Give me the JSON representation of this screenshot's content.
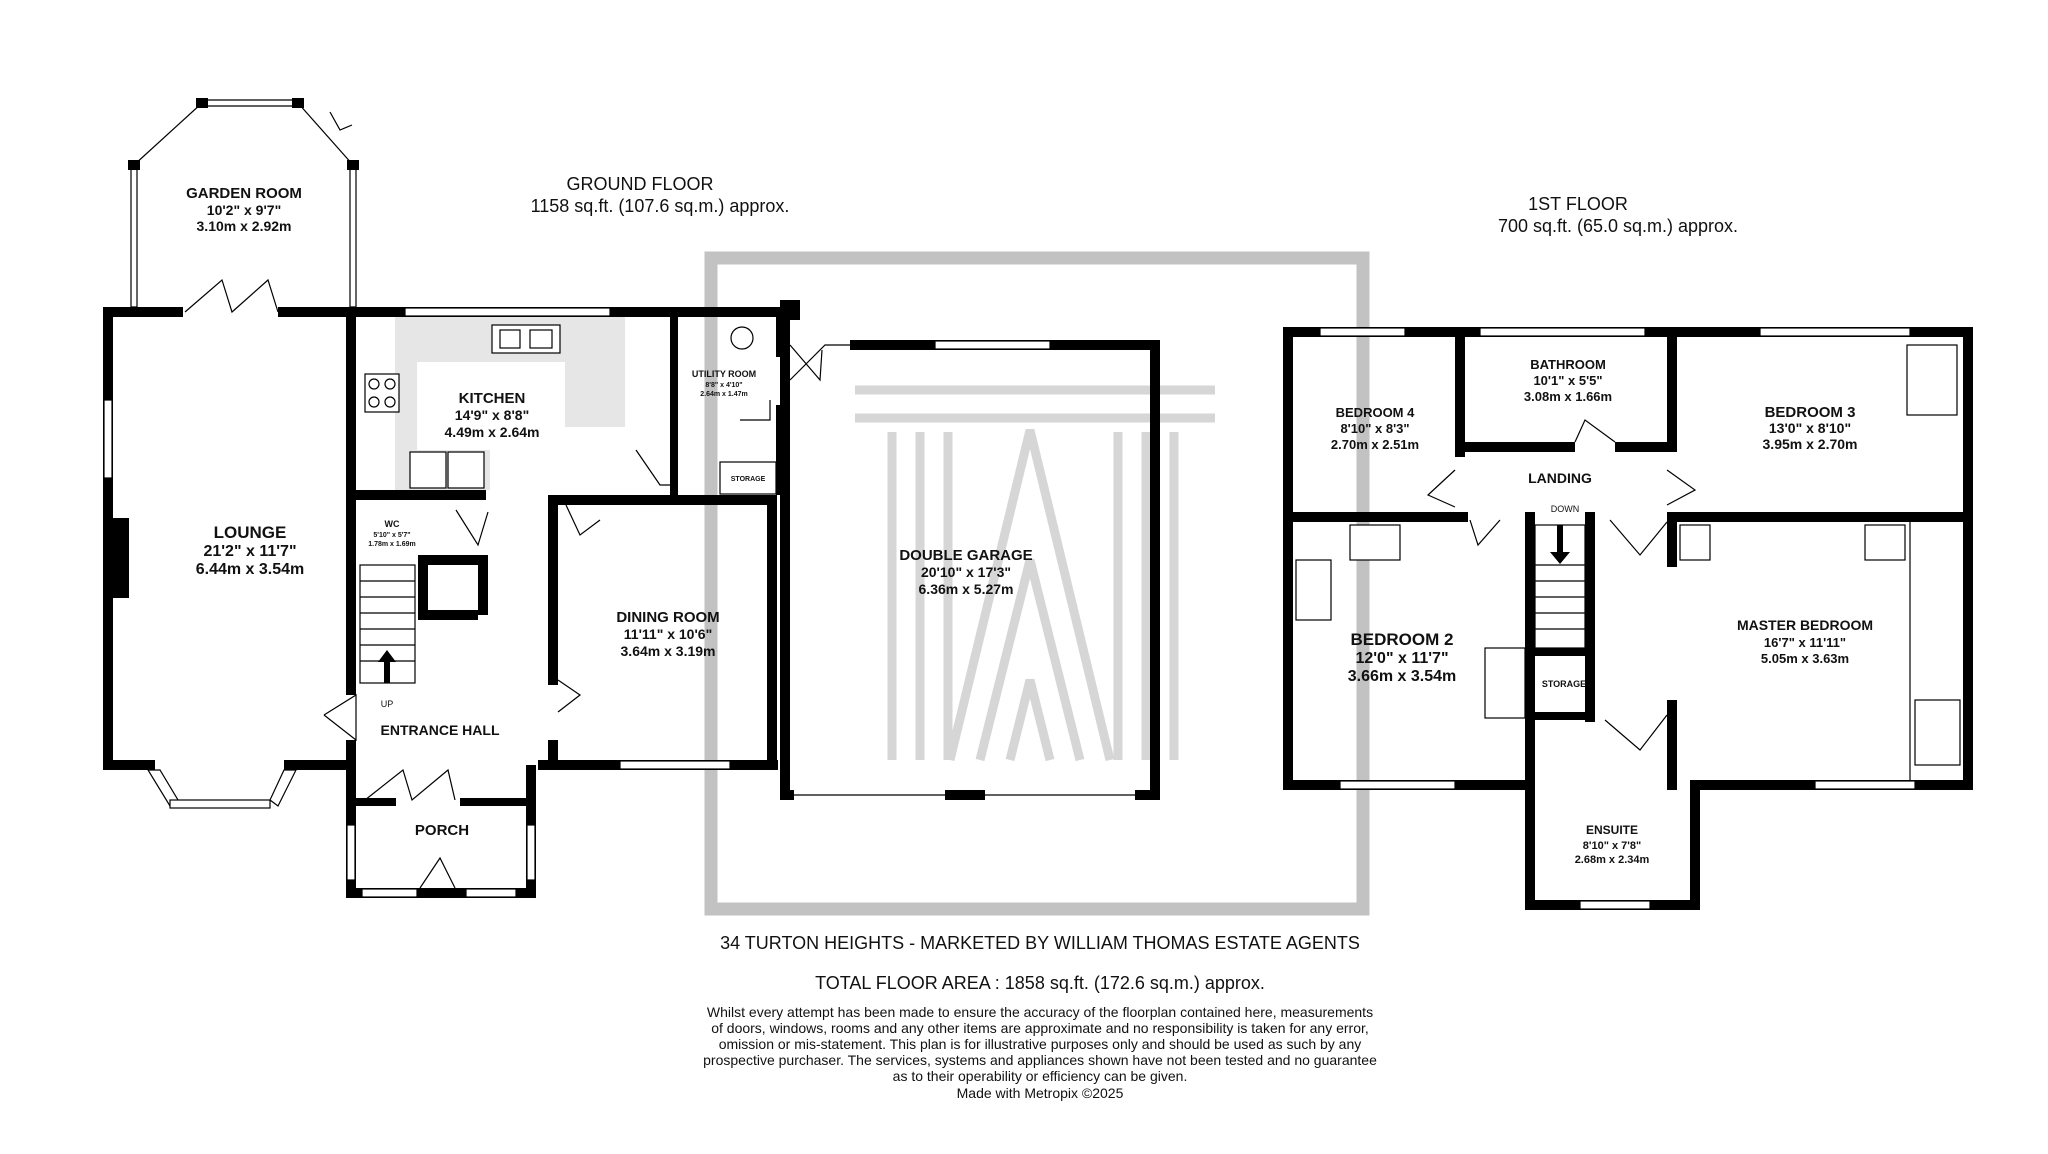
{
  "ground_floor": {
    "title": "GROUND FLOOR",
    "area": "1158 sq.ft. (107.6 sq.m.) approx.",
    "rooms": {
      "garden_room": {
        "name": "GARDEN ROOM",
        "imperial": "10'2\"  x 9'7\"",
        "metric": "3.10m  x 2.92m"
      },
      "lounge": {
        "name": "LOUNGE",
        "imperial": "21'2\"  x 11'7\"",
        "metric": "6.44m  x 3.54m"
      },
      "kitchen": {
        "name": "KITCHEN",
        "imperial": "14'9\"  x 8'8\"",
        "metric": "4.49m  x 2.64m"
      },
      "utility": {
        "name": "UTILITY ROOM",
        "imperial": "8'8\"  x 4'10\"",
        "metric": "2.64m  x 1.47m"
      },
      "storage": {
        "name": "STORAGE"
      },
      "wc": {
        "name": "WC",
        "imperial": "5'10\"  x 5'7\"",
        "metric": "1.78m  x 1.69m"
      },
      "dining": {
        "name": "DINING ROOM",
        "imperial": "11'11\"  x 10'6\"",
        "metric": "3.64m  x 3.19m"
      },
      "entrance_hall": {
        "name": "ENTRANCE HALL"
      },
      "porch": {
        "name": "PORCH"
      },
      "stairs_label": "UP",
      "garage": {
        "name": "DOUBLE GARAGE",
        "imperial": "20'10\"  x 17'3\"",
        "metric": "6.36m  x 5.27m"
      }
    }
  },
  "first_floor": {
    "title": "1ST FLOOR",
    "area": "700 sq.ft. (65.0 sq.m.) approx.",
    "rooms": {
      "bedroom4": {
        "name": "BEDROOM 4",
        "imperial": "8'10\"  x 8'3\"",
        "metric": "2.70m  x 2.51m"
      },
      "bathroom": {
        "name": "BATHROOM",
        "imperial": "10'1\"  x 5'5\"",
        "metric": "3.08m  x 1.66m"
      },
      "bedroom3": {
        "name": "BEDROOM 3",
        "imperial": "13'0\"  x 8'10\"",
        "metric": "3.95m  x 2.70m"
      },
      "landing": {
        "name": "LANDING"
      },
      "stairs_label": "DOWN",
      "bedroom2": {
        "name": "BEDROOM 2",
        "imperial": "12'0\"  x 11'7\"",
        "metric": "3.66m  x 3.54m"
      },
      "storage": {
        "name": "STORAGE"
      },
      "master": {
        "name": "MASTER BEDROOM",
        "imperial": "16'7\"  x 11'11\"",
        "metric": "5.05m  x 3.63m"
      },
      "ensuite": {
        "name": "ENSUITE",
        "imperial": "8'10\"  x 7'8\"",
        "metric": "2.68m  x 2.34m"
      }
    }
  },
  "footer": {
    "address": "34 TURTON HEIGHTS - MARKETED BY WILLIAM THOMAS ESTATE AGENTS",
    "total_area": "TOTAL FLOOR AREA : 1858 sq.ft. (172.6 sq.m.) approx.",
    "disclaimer": [
      "Whilst every attempt has been made to ensure the accuracy of the floorplan contained here, measurements",
      "of doors, windows, rooms and any other items are approximate and no responsibility is taken for any error,",
      "omission or mis-statement. This plan is for illustrative purposes only and should be used as such by any",
      "prospective purchaser. The services, systems and appliances shown have not been tested and no guarantee",
      "as to their operability or efficiency can be given."
    ],
    "credit": "Made with Metropix ©2025"
  },
  "colors": {
    "wall": "#000000",
    "kitchen_worktop": "#e6e6e6",
    "watermark": "#c8c8c8"
  },
  "watermark": "estate-agent-monogram-logo"
}
